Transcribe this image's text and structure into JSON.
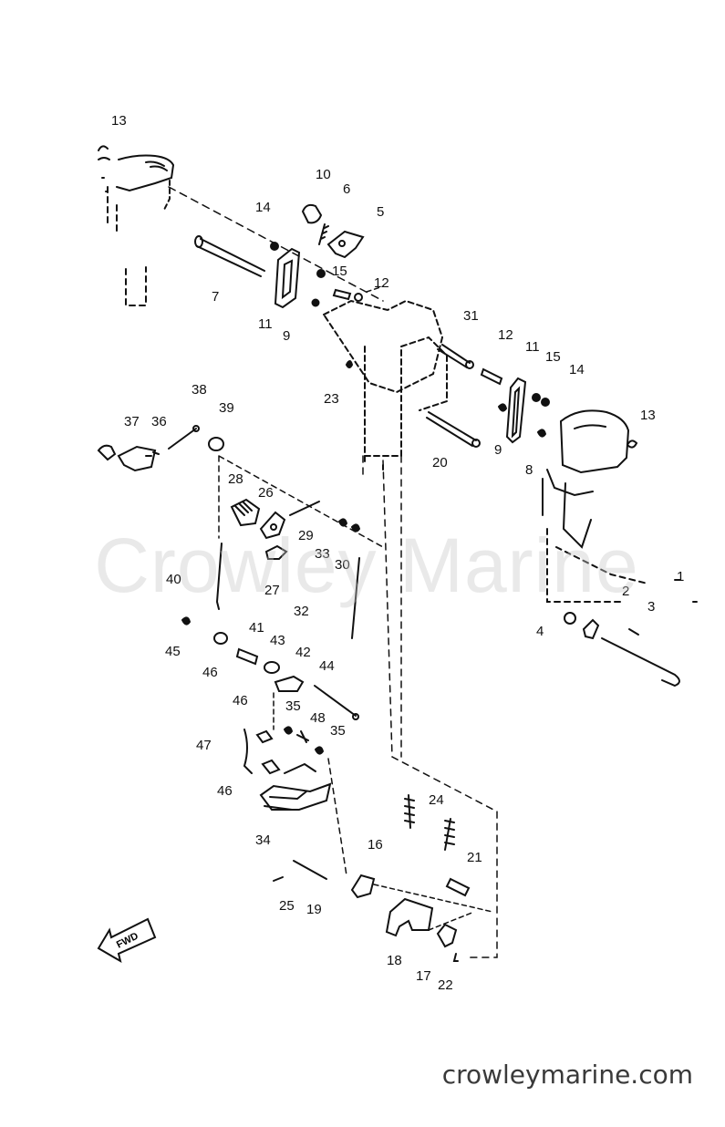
{
  "callouts": [
    {
      "id": "13"
    },
    {
      "id": "10"
    },
    {
      "id": "6"
    },
    {
      "id": "5"
    },
    {
      "id": "14"
    },
    {
      "id": "15"
    },
    {
      "id": "12"
    },
    {
      "id": "7"
    },
    {
      "id": "11"
    },
    {
      "id": "9"
    },
    {
      "id": "31"
    },
    {
      "id": "12"
    },
    {
      "id": "11"
    },
    {
      "id": "15"
    },
    {
      "id": "14"
    },
    {
      "id": "13"
    },
    {
      "id": "23"
    },
    {
      "id": "20"
    },
    {
      "id": "9"
    },
    {
      "id": "8"
    },
    {
      "id": "38"
    },
    {
      "id": "37"
    },
    {
      "id": "36"
    },
    {
      "id": "39"
    },
    {
      "id": "28"
    },
    {
      "id": "26"
    },
    {
      "id": "29"
    },
    {
      "id": "33"
    },
    {
      "id": "30"
    },
    {
      "id": "40"
    },
    {
      "id": "27"
    },
    {
      "id": "32"
    },
    {
      "id": "2"
    },
    {
      "id": "1"
    },
    {
      "id": "3"
    },
    {
      "id": "4"
    },
    {
      "id": "41"
    },
    {
      "id": "43"
    },
    {
      "id": "45"
    },
    {
      "id": "42"
    },
    {
      "id": "46"
    },
    {
      "id": "44"
    },
    {
      "id": "46"
    },
    {
      "id": "35"
    },
    {
      "id": "48"
    },
    {
      "id": "35"
    },
    {
      "id": "47"
    },
    {
      "id": "46"
    },
    {
      "id": "24"
    },
    {
      "id": "34"
    },
    {
      "id": "16"
    },
    {
      "id": "21"
    },
    {
      "id": "25"
    },
    {
      "id": "19"
    },
    {
      "id": "18"
    },
    {
      "id": "17"
    },
    {
      "id": "22"
    }
  ],
  "fwd_label": "FWD",
  "watermark": "Crowley Marine",
  "site_url": "crowleymarine.com"
}
